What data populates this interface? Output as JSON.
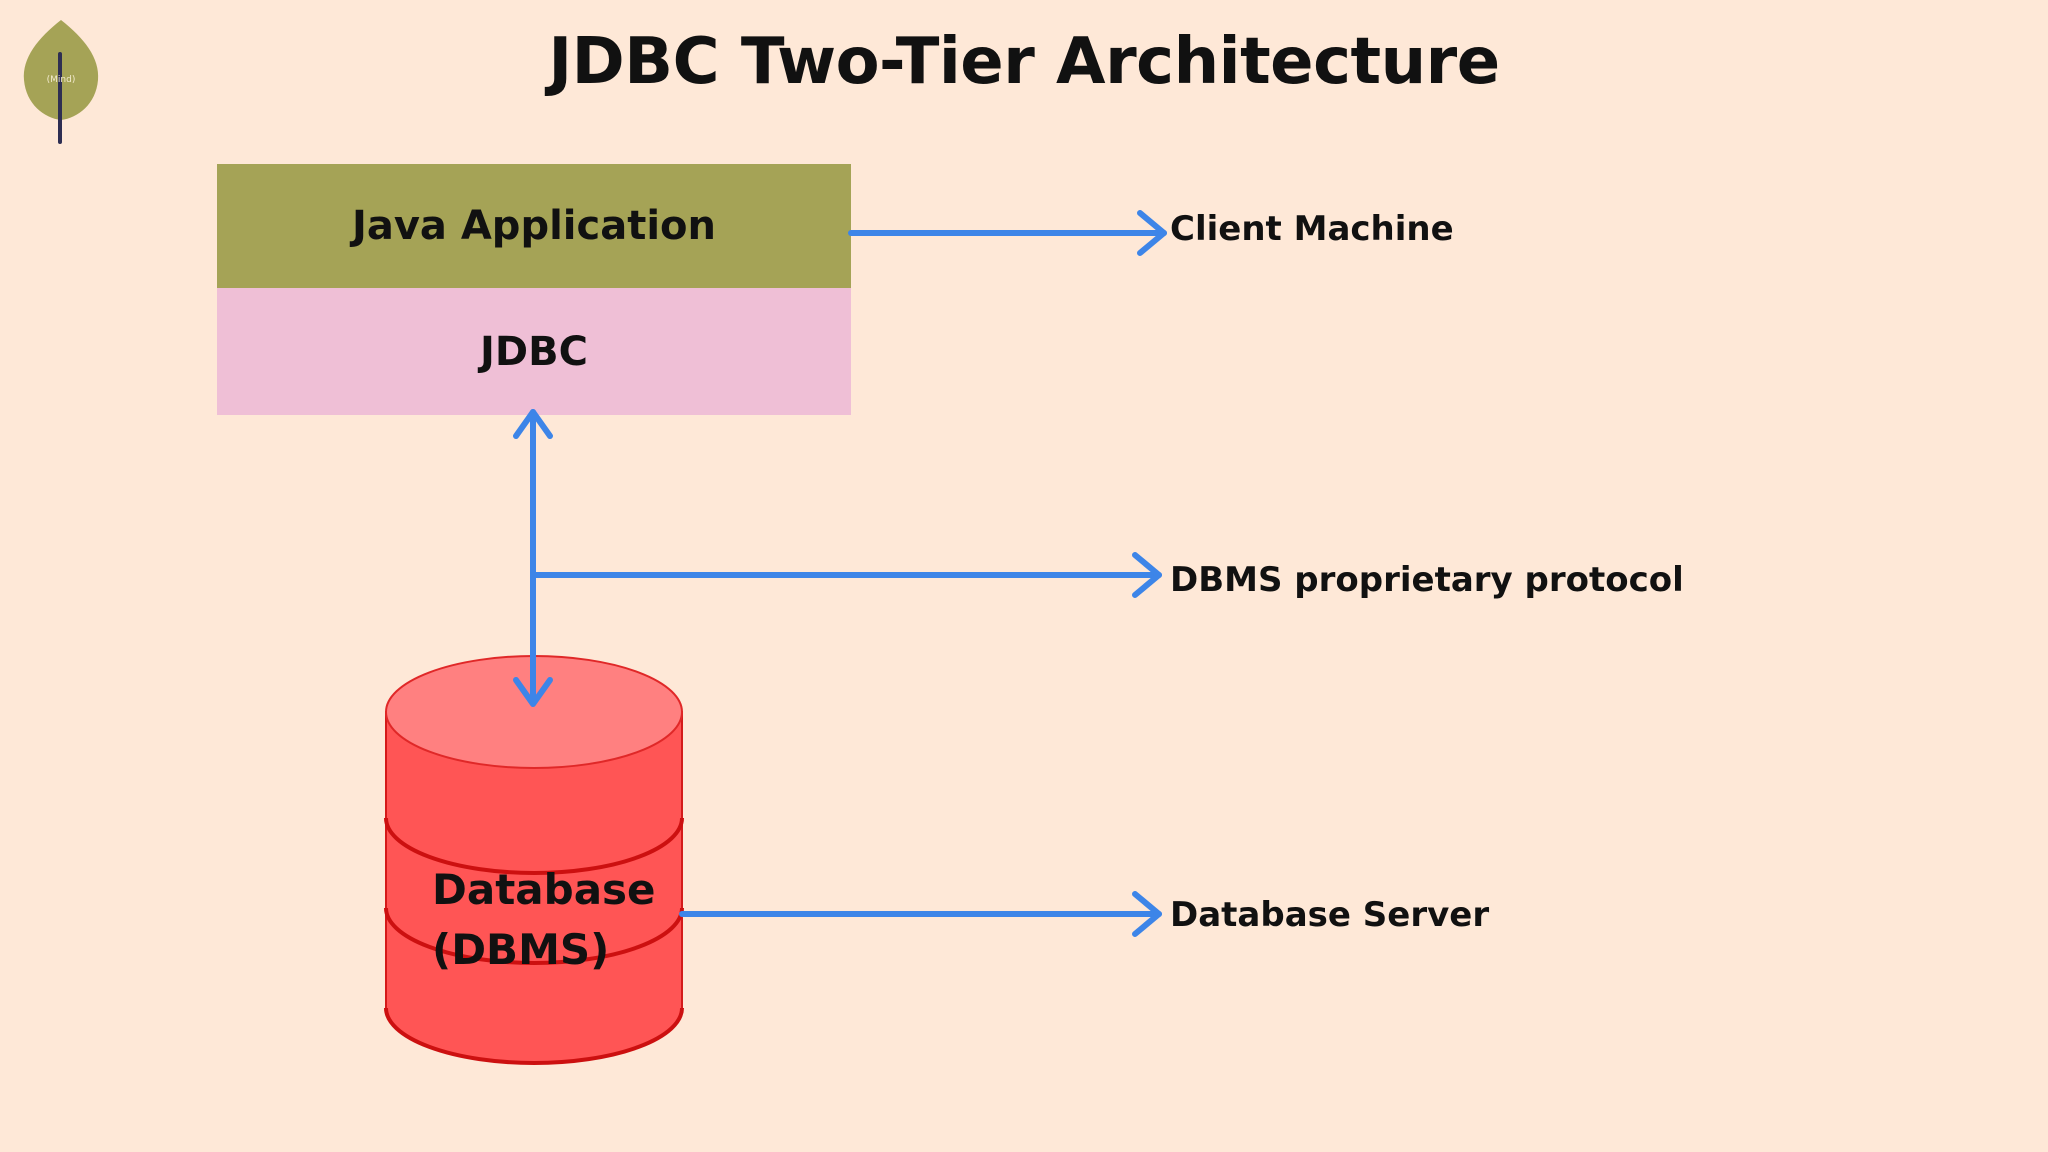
{
  "title": "JDBC Two-Tier Architecture",
  "logo": {
    "icon": "leaf-logo-icon",
    "color": "#a5a356",
    "text": "(Mind)"
  },
  "blocks": {
    "java_application": "Java Application",
    "jdbc": "JDBC",
    "database_line1": "Database",
    "database_line2": "(DBMS)"
  },
  "labels": {
    "client_machine": "Client Machine",
    "dbms_protocol": "DBMS proprietary protocol",
    "database_server": "Database Server"
  },
  "colors": {
    "background": "#fee8d7",
    "java_block": "#a5a356",
    "jdbc_block": "#efbfd6",
    "database": "#ff5555",
    "arrow": "#3d85e8"
  }
}
